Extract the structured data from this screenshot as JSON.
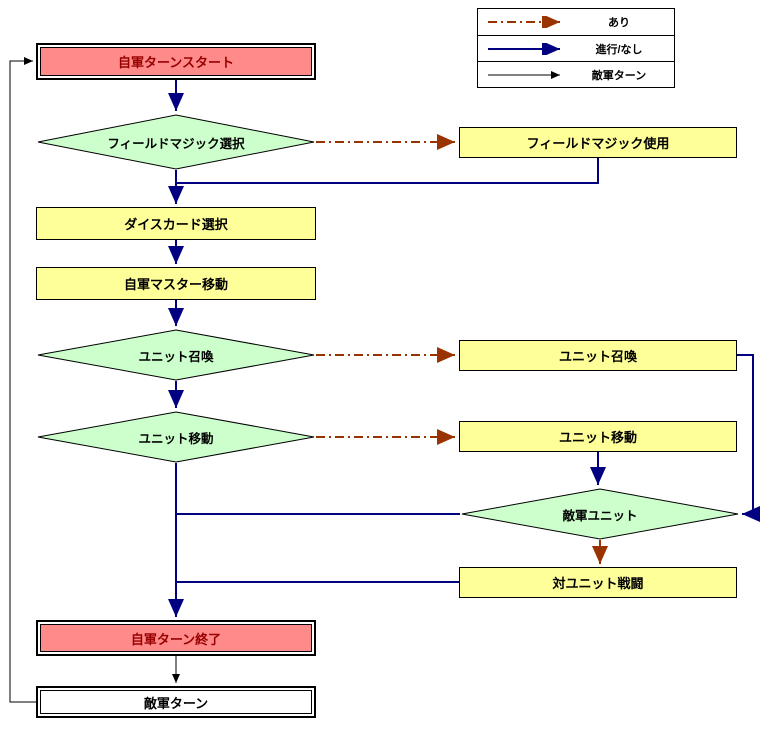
{
  "colors": {
    "terminal_fill": "#FF8A8A",
    "terminal_text": "#990000",
    "process_fill": "#FFFF99",
    "decision_fill": "#CCFFCC",
    "plain_fill": "#FFFFFF",
    "arrow_solid": "#000080",
    "arrow_dashed": "#993300",
    "arrow_thin": "#000000"
  },
  "legend": {
    "items": [
      {
        "label": "あり",
        "style": "dashed"
      },
      {
        "label": "進行/なし",
        "style": "solid"
      },
      {
        "label": "敵軍ターン",
        "style": "thin"
      }
    ]
  },
  "nodes": {
    "start": "自軍ターンスタート",
    "field_magic_select": "フィールドマジック選択",
    "field_magic_use": "フィールドマジック使用",
    "dice_card_select": "ダイスカード選択",
    "master_move": "自軍マスター移動",
    "unit_summon_decision": "ユニット召喚",
    "unit_summon_action": "ユニット召喚",
    "unit_move_decision": "ユニット移動",
    "unit_move_action": "ユニット移動",
    "enemy_unit_decision": "敵軍ユニット",
    "unit_battle": "対ユニット戦闘",
    "turn_end": "自軍ターン終了",
    "enemy_turn": "敵軍ターン"
  }
}
